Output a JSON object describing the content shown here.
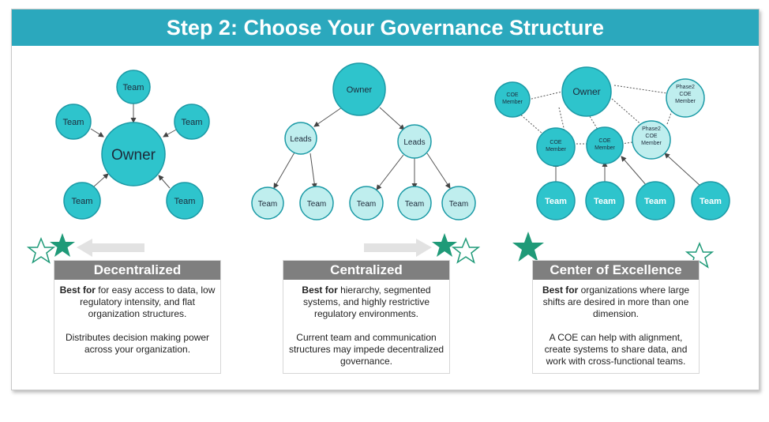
{
  "title": "Step 2: Choose Your Governance Structure",
  "colors": {
    "accent": "#2ba8bd",
    "node_dark": "#2ec4cc",
    "node_light": "#bfeeee",
    "node_stroke": "#1b9aa6",
    "star_green": "#1f9a78",
    "card_header": "#7f7f7f"
  },
  "diagrams": {
    "decentralized": {
      "owner": "Owner",
      "teams": [
        "Team",
        "Team",
        "Team",
        "Team",
        "Team"
      ]
    },
    "centralized": {
      "owner": "Owner",
      "leads": [
        "Leads",
        "Leads"
      ],
      "teams": [
        "Team",
        "Team",
        "Team",
        "Team",
        "Team"
      ]
    },
    "coe": {
      "owner": "Owner",
      "coe_member": "COE Member",
      "phase2_member": "Phase2 COE Member",
      "teams": [
        "Team",
        "Team",
        "Team",
        "Team"
      ]
    }
  },
  "cards": [
    {
      "heading": "Decentralized",
      "best_for_label": "Best for",
      "best_for_text": " for easy access to data, low regulatory intensity, and flat organization structures.",
      "note": "Distributes decision making power across your organization."
    },
    {
      "heading": "Centralized",
      "best_for_label": "Best for",
      "best_for_text": " hierarchy, segmented systems, and highly restrictive regulatory environments.",
      "note": "Current team and communication structures may impede decentralized governance."
    },
    {
      "heading": "Center of Excellence",
      "best_for_label": "Best for",
      "best_for_text": " organizations where large shifts are desired in more than one dimension.",
      "note": "A COE can help with alignment, create systems to share data, and work with cross-functional teams."
    }
  ],
  "icons": [
    "star-filled-icon",
    "star-outline-icon",
    "arrow-left-icon",
    "arrow-right-icon"
  ]
}
